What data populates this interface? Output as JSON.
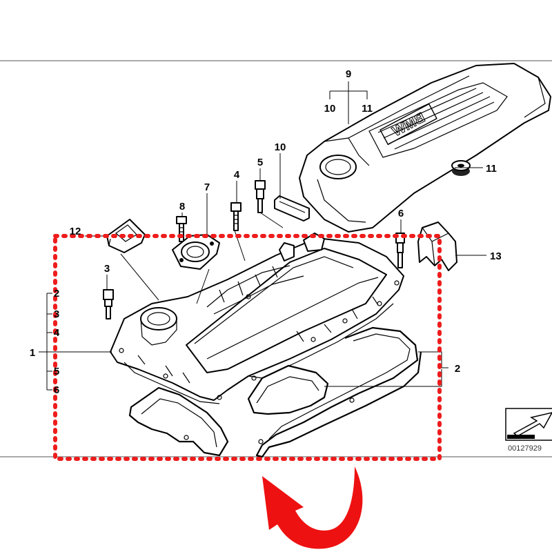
{
  "diagram": {
    "callouts": {
      "c9": "9",
      "c10_top": "10",
      "c11_top": "11",
      "c10_mid": "10",
      "c11_right": "11",
      "c5_top": "5",
      "c4_top": "4",
      "c7": "7",
      "c8": "8",
      "c12": "12",
      "c6_right": "6",
      "c13": "13",
      "c3": "3",
      "c1": "1",
      "c2_left": "2",
      "c3_left": "3",
      "c4_left": "4",
      "c5_left": "5",
      "c6_left": "6",
      "c2_right": "2"
    },
    "cover_text": "BMW",
    "reference_number": "00127929",
    "colors": {
      "highlight_box": "#ee1c1c",
      "arrow": "#ee1111",
      "line": "#000000"
    }
  }
}
